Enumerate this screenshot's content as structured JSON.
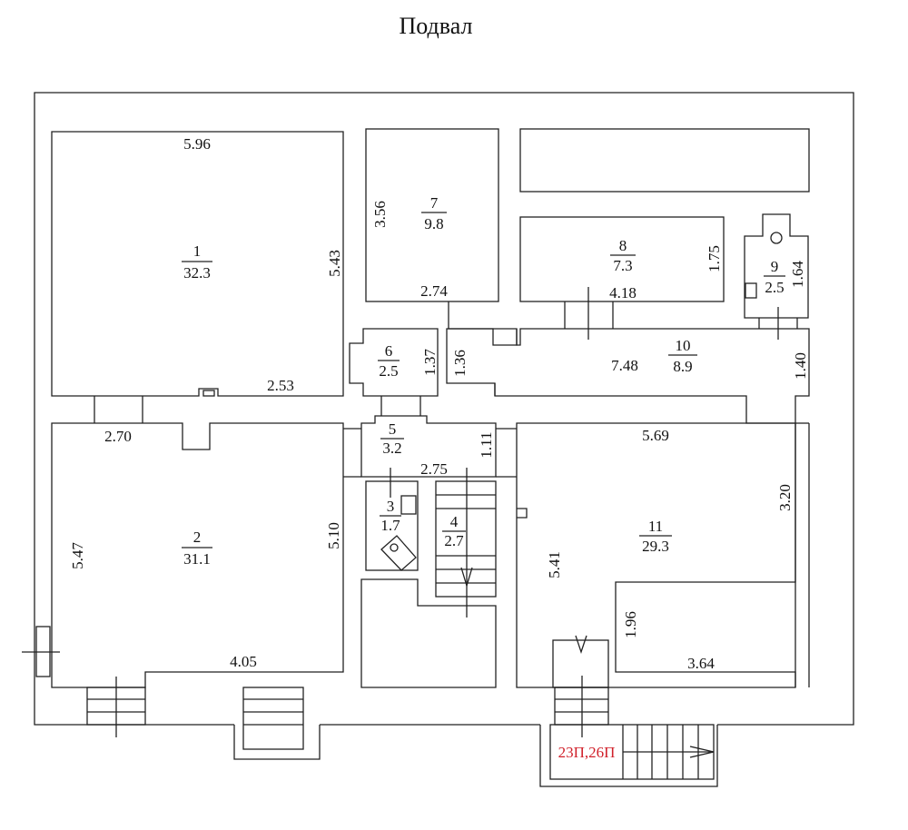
{
  "title": "Подвал",
  "rooms": [
    {
      "num": "1",
      "area": "32.3"
    },
    {
      "num": "2",
      "area": "31.1"
    },
    {
      "num": "3",
      "area": "1.7"
    },
    {
      "num": "4",
      "area": "2.7"
    },
    {
      "num": "5",
      "area": "3.2"
    },
    {
      "num": "6",
      "area": "2.5"
    },
    {
      "num": "7",
      "area": "9.8"
    },
    {
      "num": "8",
      "area": "7.3"
    },
    {
      "num": "9",
      "area": "2.5"
    },
    {
      "num": "10",
      "area": "8.9"
    },
    {
      "num": "11",
      "area": "29.3"
    }
  ],
  "dims": {
    "r1_top": "5.96",
    "r1_right": "5.43",
    "r1_bottom": "2.53",
    "r2_top": "2.70",
    "r2_left": "5.47",
    "r2_right": "5.10",
    "r2_bottom": "4.05",
    "r5_bottom": "2.75",
    "r5_right": "1.11",
    "r6_right": "1.37",
    "r7_left": "3.56",
    "r7_bottom": "2.74",
    "r8_right": "1.75",
    "r8_bottom": "4.18",
    "r9_right": "1.64",
    "r10_left": "1.36",
    "r10_len": "7.48",
    "r10_right": "1.40",
    "r11_top": "5.69",
    "r11_left": "5.41",
    "r11_right": "3.20",
    "r11_inner": "1.96",
    "r11_bottom": "3.64"
  },
  "entrance_label": "23П,26П",
  "colors": {
    "lines": "#222222",
    "entrance_label": "#d0202a"
  }
}
